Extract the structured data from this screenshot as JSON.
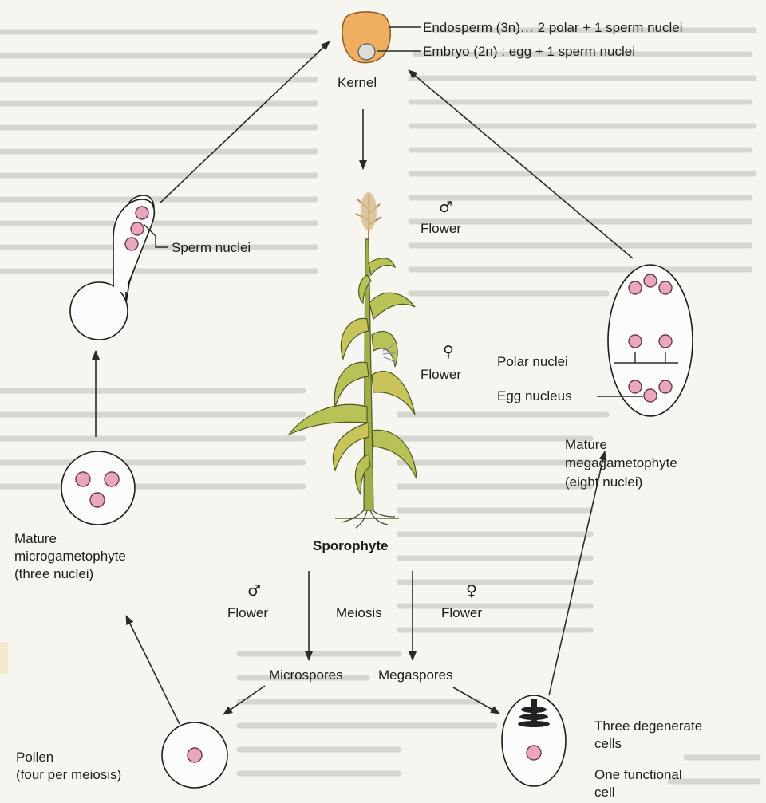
{
  "kernel": {
    "label": "Kernel",
    "endosperm": "Endosperm (3n)… 2 polar + 1 sperm nuclei",
    "embryo": "Embryo (2n) : egg + 1 sperm nuclei"
  },
  "sporophyte": {
    "label": "Sporophyte",
    "male_symbol": "♂",
    "male_flower": "Flower",
    "female_symbol": "♀",
    "female_flower": "Flower"
  },
  "left": {
    "sperm_nuclei": "Sperm nuclei",
    "mature_micro": [
      "Mature",
      "microgametophyte",
      "(three nuclei)"
    ],
    "pollen": [
      "Pollen",
      "(four per meiosis)"
    ]
  },
  "right": {
    "polar_nuclei": "Polar nuclei",
    "egg_nucleus": "Egg nucleus",
    "mature_mega": [
      "Mature",
      "megagametophyte",
      "(eight nuclei)"
    ],
    "three_degenerate": [
      "Three degenerate",
      "cells"
    ],
    "one_functional": [
      "One functional",
      "cell"
    ]
  },
  "bottom": {
    "male_symbol": "♂",
    "male_flower": "Flower",
    "meiosis": "Meiosis",
    "female_symbol": "♀",
    "female_flower": "Flower",
    "microspores": "Microspores",
    "megaspores": "Megaspores"
  },
  "colors": {
    "nucleus": "#e9a6bf",
    "kernel": "#eeb060",
    "leaf": "#b8c257",
    "tassel": "#d8b98a"
  }
}
